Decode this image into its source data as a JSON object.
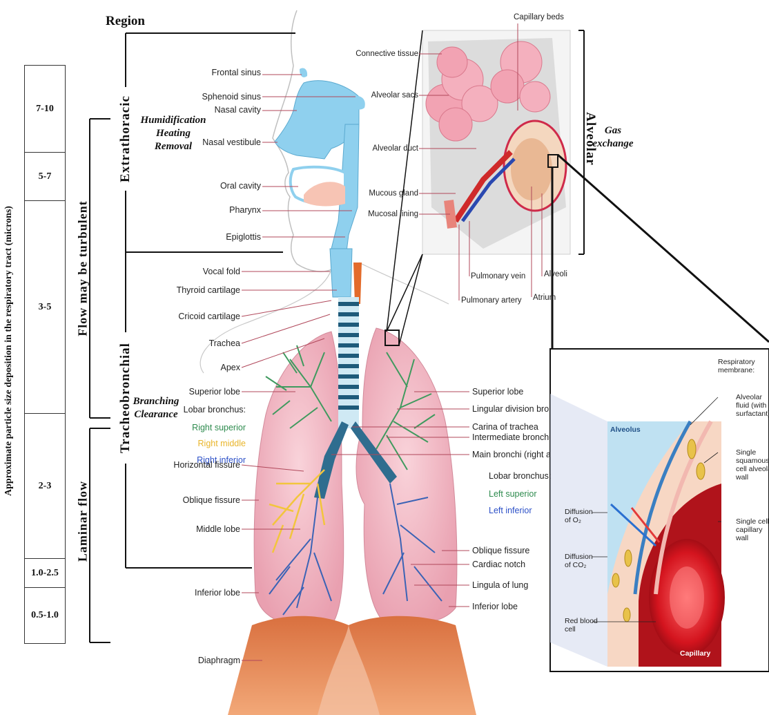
{
  "region_title": "Region",
  "y_axis_title": "Approximate particle size deposition in the respiratory tract (microns)",
  "particle_sizes": [
    "7-10",
    "5-7",
    "3-5",
    "2-3",
    "1.0-2.5",
    "0.5-1.0"
  ],
  "flow_labels": {
    "turbulent": "Flow may be turbulent",
    "laminar": "Laminar flow"
  },
  "regions": {
    "extrathoracic": "Extrathoracic",
    "tracheobronchial": "Tracheobronchial",
    "alveolar": "Alveolar"
  },
  "functions": {
    "extrathoracic": [
      "Humidification",
      "Heating",
      "Removal"
    ],
    "tracheobronchial": [
      "Branching",
      "Clearance"
    ],
    "alveolar": [
      "Gas",
      "exchange"
    ]
  },
  "left_labels": {
    "frontal_sinus": "Frontal sinus",
    "sphenoid_sinus": "Sphenoid sinus",
    "nasal_cavity": "Nasal cavity",
    "nasal_vestibule": "Nasal vestibule",
    "oral_cavity": "Oral cavity",
    "pharynx": "Pharynx",
    "epiglottis": "Epiglottis",
    "vocal_fold": "Vocal fold",
    "thyroid_cartilage": "Thyroid cartilage",
    "cricoid_cartilage": "Cricoid cartilage",
    "trachea": "Trachea",
    "apex": "Apex",
    "superior_lobe": "Superior lobe",
    "lobar_bronchus": "Lobar bronchus:",
    "right_superior": "Right superior",
    "right_middle": "Right middle",
    "right_inferior": "Right inferior",
    "horizontal_fissure": "Horizontal fissure",
    "oblique_fissure": "Oblique fissure",
    "middle_lobe": "Middle lobe",
    "inferior_lobe": "Inferior lobe",
    "diaphragm": "Diaphragm"
  },
  "right_labels": {
    "superior_lobe": "Superior lobe",
    "lingular_division": "Lingular division bronc",
    "carina": "Carina of trachea",
    "intermediate_bronchus": "Intermediate bronchus",
    "main_bronchi": "Main bronchi (right an",
    "lobar_bronchus": "Lobar bronchus:",
    "left_superior": "Left superior",
    "left_inferior": "Left inferior",
    "oblique_fissure": "Oblique fissure",
    "cardiac_notch": "Cardiac notch",
    "lingula": "Lingula of lung",
    "inferior_lobe": "Inferior lobe"
  },
  "alveolar_inset": {
    "capillary_beds": "Capillary beds",
    "connective_tissue": "Connective tissue",
    "alveolar_sacs": "Alveolar sacs",
    "alveolar_duct": "Alveolar duct",
    "mucous_gland": "Mucous gland",
    "mucosal_lining": "Mucosal lining",
    "pulmonary_vein": "Pulmonary vein",
    "pulmonary_artery": "Pulmonary artery",
    "alveoli": "Alveoli",
    "atrium": "Atrium"
  },
  "membrane_inset": {
    "respiratory_membrane": [
      "Respiratory",
      "membrane:"
    ],
    "alveolar_fluid": [
      "Alveolar",
      "fluid (with",
      "surfactant)"
    ],
    "squamous_wall": [
      "Single",
      "squamous",
      "cell alveola",
      "wall"
    ],
    "capillary_wall": [
      "Single cell",
      "capillary",
      "wall"
    ],
    "alveolus": "Alveolus",
    "diffusion_o2": [
      "Diffusion",
      "of O₂"
    ],
    "diffusion_co2": [
      "Diffusion",
      "of CO₂"
    ],
    "red_blood_cell": [
      "Red blood",
      "cell"
    ],
    "capillary": "Capillary"
  },
  "colors": {
    "airway_blue": "#8fd0ee",
    "lung_pink": "#f2b3bf",
    "bronchi_green": "#3f9a5e",
    "bronchi_yellow": "#f2c53d",
    "bronchi_blue": "#3b63b5",
    "diaphragm_orange": "#e38352",
    "label_line": "#b0475a"
  }
}
